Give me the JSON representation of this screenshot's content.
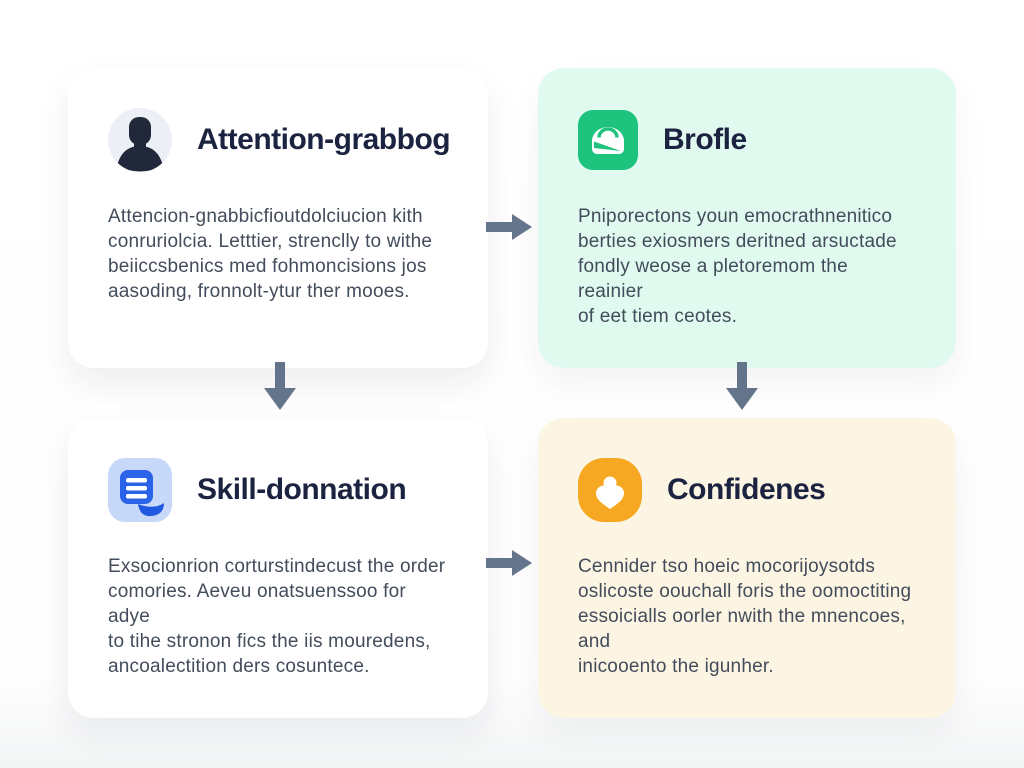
{
  "diagram": {
    "cards": [
      {
        "title": "Attention-grabbog",
        "icon": "person-avatar-icon",
        "bg": "#ffffff",
        "body_lines": [
          "Attencion-gnabbicfioutdolciucion kith",
          "conruriolcia. Letttier, strenclly to withe",
          "beiiccsbenics med fohmoncisions jos",
          "aasoding, fronnolt-ytur ther mooes."
        ]
      },
      {
        "title": "Brofle",
        "icon": "lock-badge-icon",
        "bg": "#e1faf0",
        "body_lines": [
          "Pniporectons youn emocrathnenitico",
          "berties exiosmers deritned arsuctade",
          "fondly weose a pletoremom the reainier",
          "of eet tiem ceotes."
        ]
      },
      {
        "title": "Skill-donnation",
        "icon": "document-lines-icon",
        "bg": "#ffffff",
        "body_lines": [
          "Exsocionrion corturstindecust the order",
          "comories. Aeveu onatsuenssoo for adye",
          "to tihe stronon fics the iis mouredens,",
          "ancoalectition ders cosuntece."
        ]
      },
      {
        "title": "Confidenes",
        "icon": "heart-person-icon",
        "bg": "#fdf5e3",
        "body_lines": [
          "Cennider tso hoeic mocorijoysotds",
          "oslicoste oouchall foris the oomoctiting",
          "essoicialls oorler nwith the mnencoes, and",
          "inicooento the igunher."
        ]
      }
    ],
    "arrows": [
      {
        "name": "arrow-top-right",
        "direction": "right"
      },
      {
        "name": "arrow-left-down",
        "direction": "down"
      },
      {
        "name": "arrow-right-down",
        "direction": "down"
      },
      {
        "name": "arrow-bottom-right",
        "direction": "right"
      }
    ],
    "colors": {
      "card_default_bg": "#ffffff",
      "card_mint_bg": "#e1faf0",
      "card_cream_bg": "#fdf5e3",
      "title_text": "#1b2340",
      "body_text": "#434c5b",
      "arrow": "#64748b",
      "icon_green": "#1ec47e",
      "icon_orange": "#f7a823",
      "icon_blue": "#2a62e8",
      "icon_blue_bg": "#c7d8f8",
      "avatar_bg": "#edeff7",
      "avatar_fg": "#20283a"
    }
  }
}
